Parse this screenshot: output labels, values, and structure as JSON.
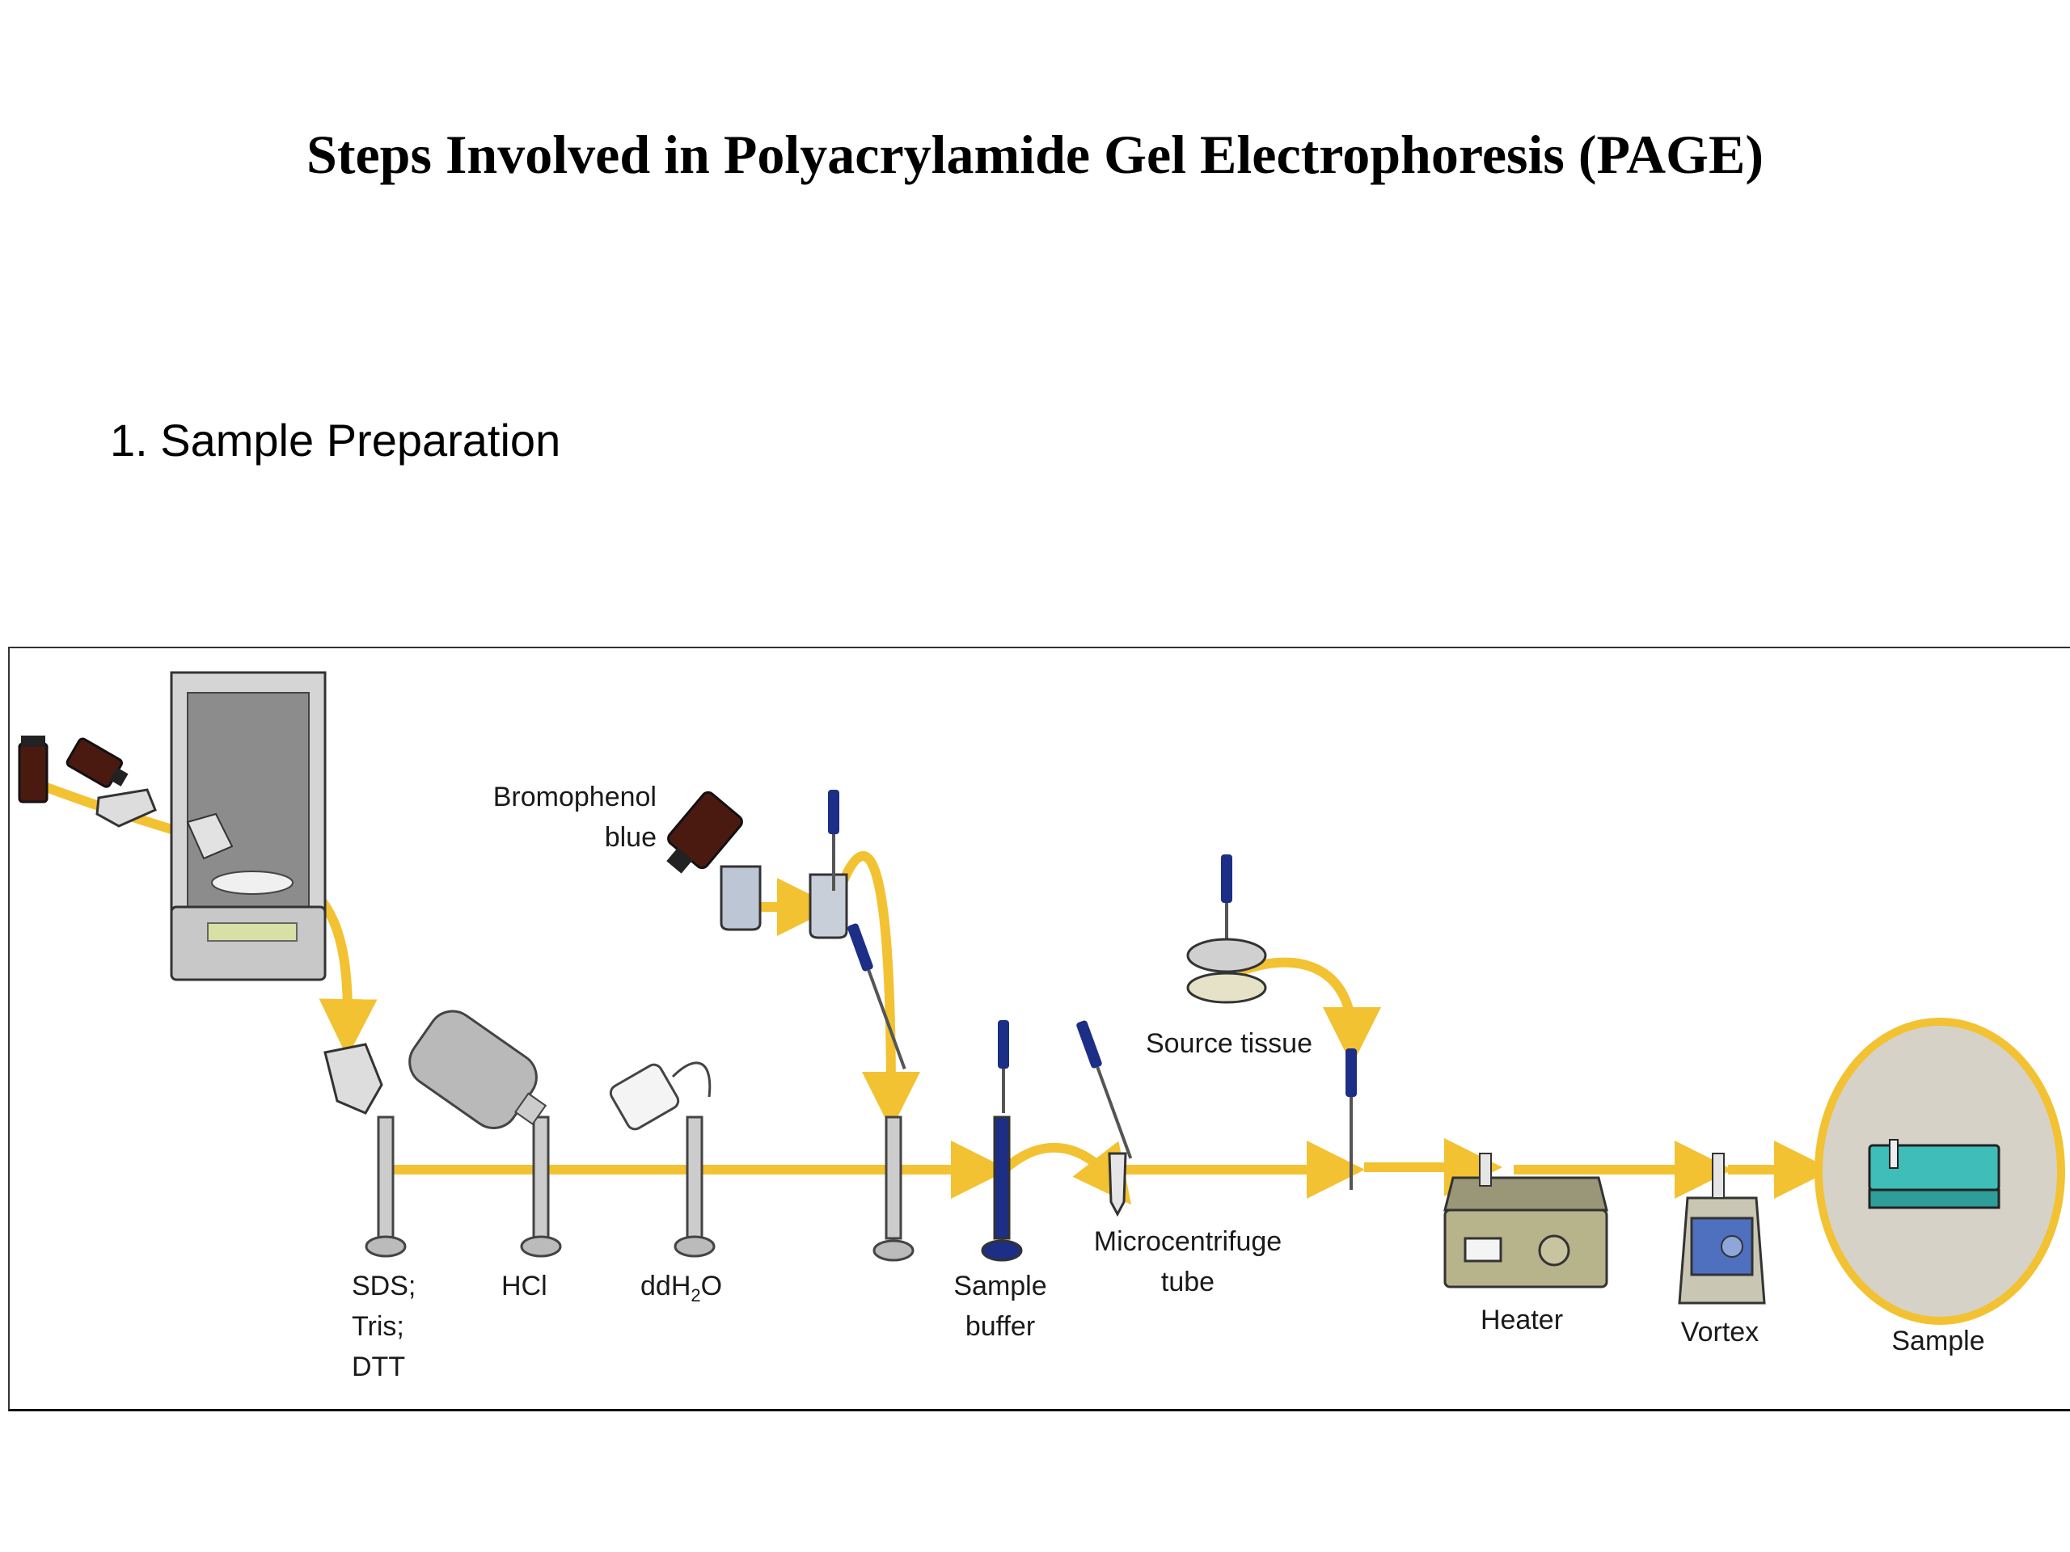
{
  "title": "Steps Involved in Polyacrylamide Gel Electrophoresis (PAGE)",
  "section": "1. Sample Preparation",
  "labels": {
    "bromophenol_1": "Bromophenol",
    "bromophenol_2": "blue",
    "sds": "SDS;",
    "tris": "Tris;",
    "dtt": "DTT",
    "hcl": "HCl",
    "ddh2o_a": "ddH",
    "ddh2o_sub": "2",
    "ddh2o_b": "O",
    "sample_buffer_1": "Sample",
    "sample_buffer_2": "buffer",
    "microcentrifuge_1": "Microcentrifuge",
    "microcentrifuge_2": "tube",
    "source_tissue": "Source tissue",
    "heater": "Heater",
    "vortex": "Vortex",
    "sample": "Sample"
  },
  "colors": {
    "arrow": "#f2c232",
    "pipette": "#1c2e86",
    "bottle": "#4a1a10",
    "heater": "#b7b38b",
    "rack": "#3fbdb8"
  }
}
